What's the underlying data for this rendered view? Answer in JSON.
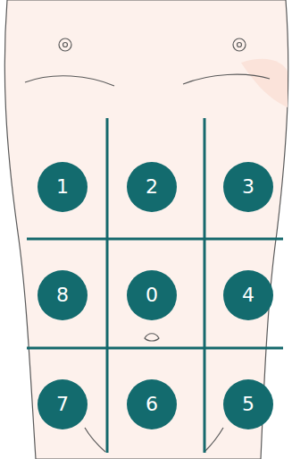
{
  "diagram": {
    "nodes": [
      {
        "text": [
          "1"
        ]
      },
      {
        "text": [
          "2"
        ]
      },
      {
        "text": [
          "3"
        ]
      },
      {
        "text": [
          "8"
        ]
      },
      {
        "text": [
          "0"
        ]
      },
      {
        "text": [
          "4"
        ]
      },
      {
        "text": [
          "7"
        ]
      },
      {
        "text": [
          "6"
        ]
      },
      {
        "text": [
          "5"
        ]
      }
    ]
  }
}
